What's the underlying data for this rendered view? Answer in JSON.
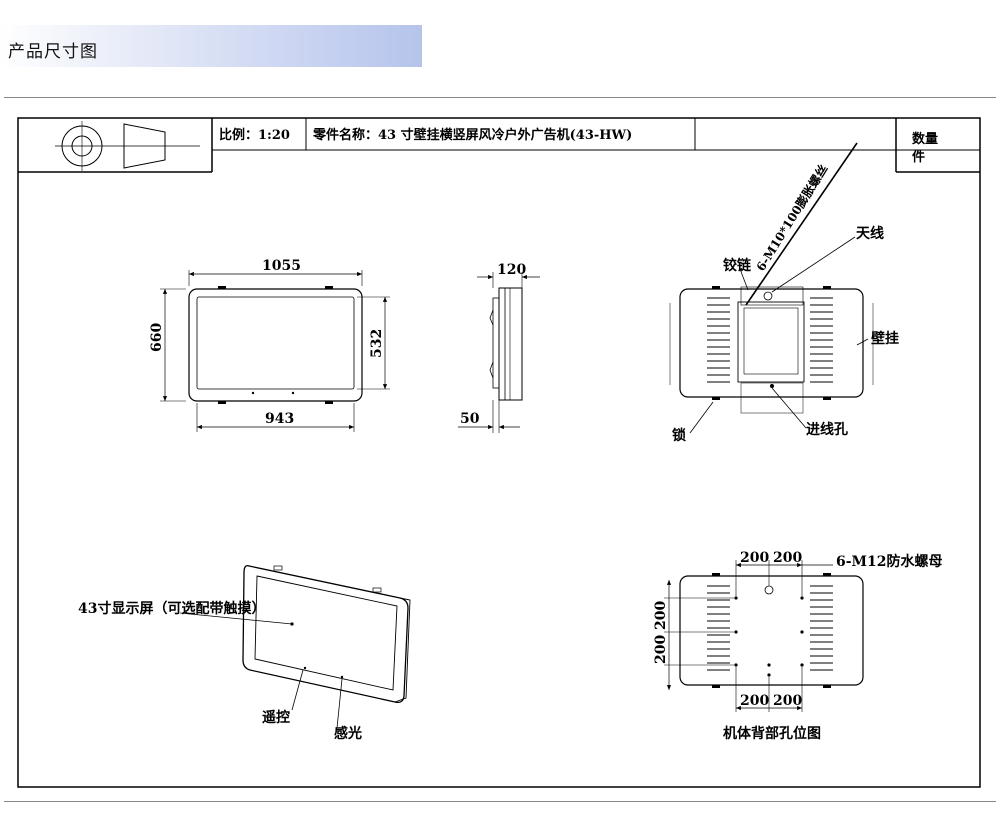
{
  "page_title": "产品尺寸图",
  "title_block": {
    "scale": "比例：1:20",
    "part_name": "零件名称：43 寸壁挂横竖屏风冷户外广告机(43-HW)",
    "quantity_line1": "数量",
    "quantity_line2": "件"
  },
  "front_view": {
    "width": "1055",
    "height": "660",
    "screen_width": "943",
    "screen_height": "532"
  },
  "side_view": {
    "depth": "120",
    "min_depth": "50"
  },
  "back_view": {
    "antenna": "天线",
    "hinge": "铰链",
    "screw": "6-M10*100膨胀螺丝",
    "wall_mount": "壁挂",
    "cable_hole": "进线孔",
    "lock": "锁"
  },
  "perspective_view": {
    "display": "43寸显示屏（可选配带触摸）",
    "remote": "遥控",
    "light_sensor": "感光"
  },
  "hole_view": {
    "dim_top_1": "200",
    "dim_top_2": "200",
    "nut": "6-M12防水螺母",
    "dim_left_1": "200",
    "dim_left_2": "200",
    "dim_bottom_1": "200",
    "dim_bottom_2": "200",
    "caption": "机体背部孔位图"
  }
}
